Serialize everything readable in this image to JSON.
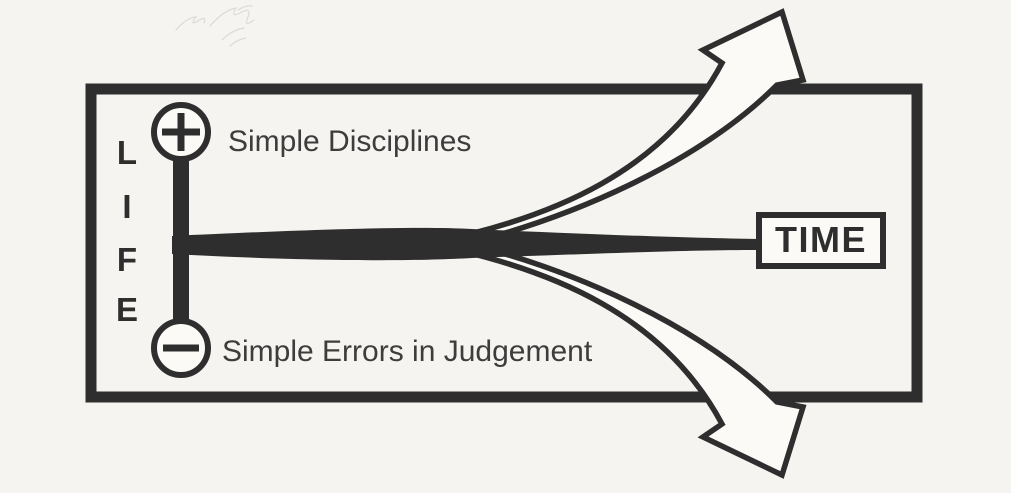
{
  "page": {
    "background": "#f6f4f0",
    "paper": "#fbfaf7",
    "ink": "#2e2e2e",
    "label_ink": "#3d3d3d"
  },
  "diagram": {
    "life_axis": {
      "word": "LIFE",
      "letters": [
        "L",
        "I",
        "F",
        "E"
      ]
    },
    "positive": {
      "icon": "plus-icon",
      "symbol": "+",
      "label": "Simple Disciplines"
    },
    "negative": {
      "icon": "minus-icon",
      "symbol": "−",
      "label": "Simple Errors in Judgement"
    },
    "time": {
      "label": "TIME"
    },
    "arrows": {
      "up": "curved-arrow-up",
      "down": "curved-arrow-down"
    }
  }
}
